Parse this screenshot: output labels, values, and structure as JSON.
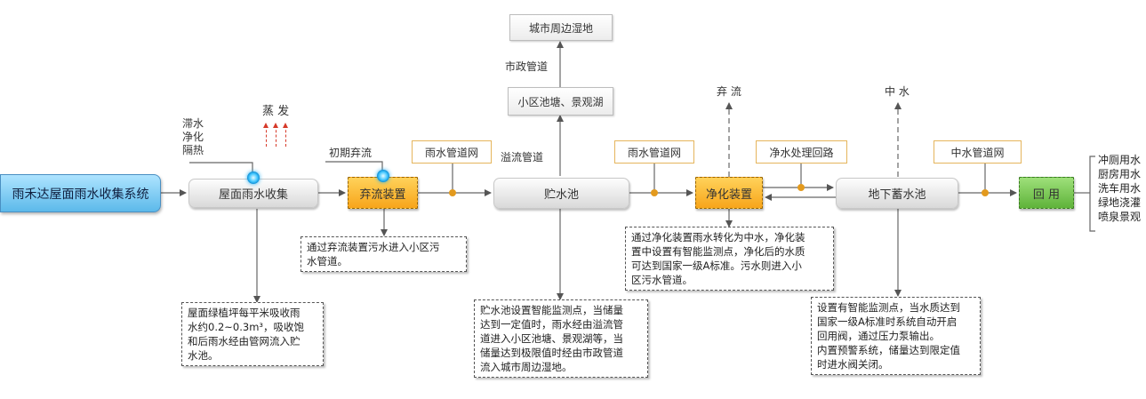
{
  "start": {
    "label": "雨禾达屋面雨水收集系统"
  },
  "nodes": {
    "roof": "屋面雨水收集",
    "discard_device": "弃流装置",
    "storage_tank": "贮水池",
    "purify_device": "净化装置",
    "underground_tank": "地下蓄水池",
    "reuse": "回  用",
    "city_wetland": "城市周边湿地",
    "pond_lake": "小区池塘、景观湖"
  },
  "tags": {
    "rain_pipe_1": "雨水管道网",
    "rain_pipe_2": "雨水管道网",
    "clean_loop": "净水处理回路",
    "reclaimed_pipe": "中水管道网"
  },
  "labels": {
    "roof_effects": [
      "滞水",
      "净化",
      "隔热"
    ],
    "evaporation": "蒸 发",
    "initial_discard": "初期弃流",
    "overflow_pipe": "溢流管道",
    "municipal_pipe": "市政管道",
    "discard": "弃 流",
    "reclaimed": "中 水"
  },
  "uses": [
    "冲厕用水",
    "厨房用水",
    "洗车用水",
    "绿地浇灌",
    "喷泉景观"
  ],
  "notes": {
    "roof": [
      "屋面绿植坪每平米吸收雨",
      "水约0.2~0.3m³，吸收饱",
      "和后雨水经由管网流入贮",
      "水池。"
    ],
    "discard": [
      "通过弃流装置污水进入小区污",
      "水管道。"
    ],
    "storage": [
      "贮水池设置智能监测点，当储量",
      "达到一定值时，雨水经由溢流管",
      "道进入小区池塘、景观湖等，当",
      "储量达到极限值时经由市政管道",
      "流入城市周边湿地。"
    ],
    "purify": [
      "通过净化装置雨水转化为中水，净化装",
      "置中设置有智能监测点，净化后的水质",
      "可达到国家一级A标准。污水则进入小",
      "区污水管道。"
    ],
    "underground": [
      "设置有智能监测点，当水质达到",
      "国家一级A标准时系统自动开启",
      "回用阀，通过压力泵输出。",
      "内置预警系统，储量达到限定值",
      "时进水阀关闭。"
    ]
  },
  "colors": {
    "orange": "#f7a51b",
    "green": "#5fb33a",
    "start_blue": "#5cb9ea",
    "connector_dot": "#e39a1e",
    "steam_red": "#d63a2a",
    "line": "#555555"
  }
}
